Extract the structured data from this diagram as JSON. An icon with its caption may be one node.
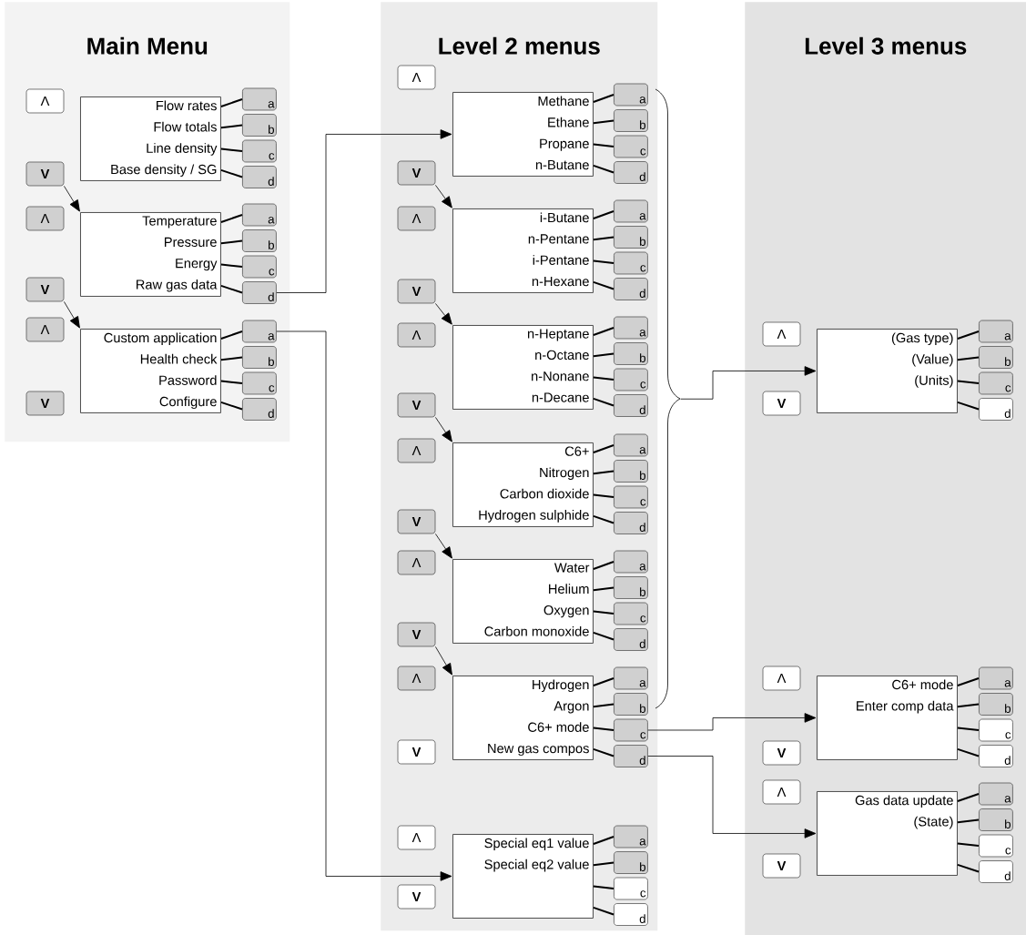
{
  "diagram": {
    "nodes": [
      {
        "text": [
          "Main Menu"
        ]
      },
      {
        "text": [
          "Λ"
        ],
        "in": 0
      },
      {
        "text": [
          "Flow rates",
          "Flow totals",
          "Line density",
          "Base density / SG"
        ],
        "in": 0
      },
      {
        "text": [
          "a"
        ],
        "in": 0
      },
      {
        "text": [
          "b"
        ],
        "in": 0
      },
      {
        "text": [
          "c"
        ],
        "in": 0
      },
      {
        "text": [
          "d"
        ],
        "in": 0
      },
      {
        "text": [
          "V"
        ],
        "in": 0
      },
      {
        "text": [
          "Λ"
        ],
        "in": 0
      },
      {
        "text": [
          "Temperature",
          "Pressure",
          "Energy",
          "Raw gas data"
        ],
        "in": 0
      },
      {
        "text": [
          "a"
        ],
        "in": 0
      },
      {
        "text": [
          "b"
        ],
        "in": 0
      },
      {
        "text": [
          "c"
        ],
        "in": 0
      },
      {
        "text": [
          "d"
        ],
        "in": 0
      },
      {
        "text": [
          "V"
        ],
        "in": 0
      },
      {
        "text": [
          "Λ"
        ],
        "in": 0
      },
      {
        "text": [
          "Custom application",
          "Health check",
          "Password",
          "Configure"
        ],
        "in": 0
      },
      {
        "text": [
          "a"
        ],
        "in": 0
      },
      {
        "text": [
          "b"
        ],
        "in": 0
      },
      {
        "text": [
          "c"
        ],
        "in": 0
      },
      {
        "text": [
          "d"
        ],
        "in": 0
      },
      {
        "text": [
          "V"
        ],
        "in": 0
      },
      {
        "text": [
          "Level 2 menus"
        ]
      },
      {
        "text": [
          "Λ"
        ],
        "in": 22
      },
      {
        "text": [
          "Methane",
          "Ethane",
          "Propane",
          "n-Butane"
        ],
        "in": 22
      },
      {
        "text": [
          "a"
        ],
        "in": 22
      },
      {
        "text": [
          "b"
        ],
        "in": 22
      },
      {
        "text": [
          "c"
        ],
        "in": 22
      },
      {
        "text": [
          "d"
        ],
        "in": 22
      },
      {
        "text": [
          "V"
        ],
        "in": 22
      },
      {
        "text": [
          "Λ"
        ],
        "in": 22
      },
      {
        "text": [
          "i-Butane",
          "n-Pentane",
          "i-Pentane",
          "n-Hexane"
        ],
        "in": 22
      },
      {
        "text": [
          "a"
        ],
        "in": 22
      },
      {
        "text": [
          "b"
        ],
        "in": 22
      },
      {
        "text": [
          "c"
        ],
        "in": 22
      },
      {
        "text": [
          "d"
        ],
        "in": 22
      },
      {
        "text": [
          "V"
        ],
        "in": 22
      },
      {
        "text": [
          "Λ"
        ],
        "in": 22
      },
      {
        "text": [
          "n-Heptane",
          "n-Octane",
          "n-Nonane",
          "n-Decane"
        ],
        "in": 22
      },
      {
        "text": [
          "a"
        ],
        "in": 22
      },
      {
        "text": [
          "b"
        ],
        "in": 22
      },
      {
        "text": [
          "c"
        ],
        "in": 22
      },
      {
        "text": [
          "d"
        ],
        "in": 22
      },
      {
        "text": [
          "V"
        ],
        "in": 22
      },
      {
        "text": [
          "Λ"
        ],
        "in": 22
      },
      {
        "text": [
          "C6+",
          "Nitrogen",
          "Carbon dioxide",
          "Hydrogen sulphide"
        ],
        "in": 22
      },
      {
        "text": [
          "a"
        ],
        "in": 22
      },
      {
        "text": [
          "b"
        ],
        "in": 22
      },
      {
        "text": [
          "c"
        ],
        "in": 22
      },
      {
        "text": [
          "d"
        ],
        "in": 22
      },
      {
        "text": [
          "V"
        ],
        "in": 22
      },
      {
        "text": [
          "Λ"
        ],
        "in": 22
      },
      {
        "text": [
          "Water",
          "Helium",
          "Oxygen",
          "Carbon monoxide"
        ],
        "in": 22
      },
      {
        "text": [
          "a"
        ],
        "in": 22
      },
      {
        "text": [
          "b"
        ],
        "in": 22
      },
      {
        "text": [
          "c"
        ],
        "in": 22
      },
      {
        "text": [
          "d"
        ],
        "in": 22
      },
      {
        "text": [
          "V"
        ],
        "in": 22
      },
      {
        "text": [
          "Λ"
        ],
        "in": 22
      },
      {
        "text": [
          "Hydrogen",
          "Argon",
          "C6+ mode",
          "New gas compos"
        ],
        "in": 22
      },
      {
        "text": [
          "a"
        ],
        "in": 22
      },
      {
        "text": [
          "b"
        ],
        "in": 22
      },
      {
        "text": [
          "c"
        ],
        "in": 22
      },
      {
        "text": [
          "d"
        ],
        "in": 22
      },
      {
        "text": [
          "V"
        ],
        "in": 22
      },
      {
        "text": [
          "Λ"
        ],
        "in": 22
      },
      {
        "text": [
          "Special eq1 value",
          "Special eq2 value"
        ],
        "in": 22
      },
      {
        "text": [
          "a"
        ],
        "in": 22
      },
      {
        "text": [
          "b"
        ],
        "in": 22
      },
      {
        "text": [
          "c"
        ],
        "in": 22
      },
      {
        "text": [
          "d"
        ],
        "in": 22
      },
      {
        "text": [
          "V"
        ],
        "in": 22
      },
      {
        "text": [
          "Level 3 menus"
        ]
      },
      {
        "text": [
          "Λ"
        ],
        "in": 72
      },
      {
        "text": [
          "(Gas type)",
          "(Value)",
          "(Units)"
        ],
        "in": 72
      },
      {
        "text": [
          "a"
        ],
        "in": 72
      },
      {
        "text": [
          "b"
        ],
        "in": 72
      },
      {
        "text": [
          "c"
        ],
        "in": 72
      },
      {
        "text": [
          "d"
        ],
        "in": 72
      },
      {
        "text": [
          "V"
        ],
        "in": 72
      },
      {
        "text": [
          "Λ"
        ],
        "in": 72
      },
      {
        "text": [
          "C6+ mode",
          "Enter comp data"
        ],
        "in": 72
      },
      {
        "text": [
          "a"
        ],
        "in": 72
      },
      {
        "text": [
          "b"
        ],
        "in": 72
      },
      {
        "text": [
          "c"
        ],
        "in": 72
      },
      {
        "text": [
          "d"
        ],
        "in": 72
      },
      {
        "text": [
          "V"
        ],
        "in": 72
      },
      {
        "text": [
          "Λ"
        ],
        "in": 72
      },
      {
        "text": [
          "Gas data update",
          "(State)"
        ],
        "in": 72
      },
      {
        "text": [
          "a"
        ],
        "in": 72
      },
      {
        "text": [
          "b"
        ],
        "in": 72
      },
      {
        "text": [
          "c"
        ],
        "in": 72
      },
      {
        "text": [
          "d"
        ],
        "in": 72
      },
      {
        "text": [
          "V"
        ],
        "in": 72
      },
      {
        "text": [],
        "shape": "brace"
      }
    ],
    "edges": [
      {
        "from": 2,
        "to": 3,
        "arrow": "none"
      },
      {
        "from": 2,
        "to": 4,
        "arrow": "none"
      },
      {
        "from": 2,
        "to": 5,
        "arrow": "none"
      },
      {
        "from": 2,
        "to": 6,
        "arrow": "none"
      },
      {
        "from": 9,
        "to": 10,
        "arrow": "none"
      },
      {
        "from": 9,
        "to": 11,
        "arrow": "none"
      },
      {
        "from": 9,
        "to": 12,
        "arrow": "none"
      },
      {
        "from": 9,
        "to": 13,
        "arrow": "none"
      },
      {
        "from": 16,
        "to": 17,
        "arrow": "none"
      },
      {
        "from": 16,
        "to": 18,
        "arrow": "none"
      },
      {
        "from": 16,
        "to": 19,
        "arrow": "none"
      },
      {
        "from": 16,
        "to": 20,
        "arrow": "none"
      },
      {
        "from": 24,
        "to": 25,
        "arrow": "none"
      },
      {
        "from": 24,
        "to": 26,
        "arrow": "none"
      },
      {
        "from": 24,
        "to": 27,
        "arrow": "none"
      },
      {
        "from": 24,
        "to": 28,
        "arrow": "none"
      },
      {
        "from": 31,
        "to": 32,
        "arrow": "none"
      },
      {
        "from": 31,
        "to": 33,
        "arrow": "none"
      },
      {
        "from": 31,
        "to": 34,
        "arrow": "none"
      },
      {
        "from": 31,
        "to": 35,
        "arrow": "none"
      },
      {
        "from": 38,
        "to": 39,
        "arrow": "none"
      },
      {
        "from": 38,
        "to": 40,
        "arrow": "none"
      },
      {
        "from": 38,
        "to": 41,
        "arrow": "none"
      },
      {
        "from": 38,
        "to": 42,
        "arrow": "none"
      },
      {
        "from": 45,
        "to": 46,
        "arrow": "none"
      },
      {
        "from": 45,
        "to": 47,
        "arrow": "none"
      },
      {
        "from": 45,
        "to": 48,
        "arrow": "none"
      },
      {
        "from": 45,
        "to": 49,
        "arrow": "none"
      },
      {
        "from": 52,
        "to": 53,
        "arrow": "none"
      },
      {
        "from": 52,
        "to": 54,
        "arrow": "none"
      },
      {
        "from": 52,
        "to": 55,
        "arrow": "none"
      },
      {
        "from": 52,
        "to": 56,
        "arrow": "none"
      },
      {
        "from": 59,
        "to": 60,
        "arrow": "none"
      },
      {
        "from": 59,
        "to": 61,
        "arrow": "none"
      },
      {
        "from": 59,
        "to": 62,
        "arrow": "none"
      },
      {
        "from": 59,
        "to": 63,
        "arrow": "none"
      },
      {
        "from": 66,
        "to": 67,
        "arrow": "none"
      },
      {
        "from": 66,
        "to": 68,
        "arrow": "none"
      },
      {
        "from": 66,
        "to": 69,
        "arrow": "none"
      },
      {
        "from": 66,
        "to": 70,
        "arrow": "none"
      },
      {
        "from": 74,
        "to": 75,
        "arrow": "none"
      },
      {
        "from": 74,
        "to": 76,
        "arrow": "none"
      },
      {
        "from": 74,
        "to": 77,
        "arrow": "none"
      },
      {
        "from": 74,
        "to": 78,
        "arrow": "none"
      },
      {
        "from": 81,
        "to": 82,
        "arrow": "none"
      },
      {
        "from": 81,
        "to": 83,
        "arrow": "none"
      },
      {
        "from": 81,
        "to": 84,
        "arrow": "none"
      },
      {
        "from": 81,
        "to": 85,
        "arrow": "none"
      },
      {
        "from": 88,
        "to": 89,
        "arrow": "none"
      },
      {
        "from": 88,
        "to": 90,
        "arrow": "none"
      },
      {
        "from": 88,
        "to": 91,
        "arrow": "none"
      },
      {
        "from": 88,
        "to": 92,
        "arrow": "none"
      },
      {
        "from": 7,
        "to": 9,
        "arrow": "to"
      },
      {
        "from": 14,
        "to": 16,
        "arrow": "to"
      },
      {
        "from": 13,
        "to": 24,
        "arrow": "to"
      },
      {
        "from": 17,
        "to": 66,
        "arrow": "to"
      },
      {
        "from": 29,
        "to": 31,
        "arrow": "to"
      },
      {
        "from": 36,
        "to": 38,
        "arrow": "to"
      },
      {
        "from": 43,
        "to": 45,
        "arrow": "to"
      },
      {
        "from": 50,
        "to": 52,
        "arrow": "to"
      },
      {
        "from": 57,
        "to": 59,
        "arrow": "to"
      },
      {
        "from": 94,
        "to": 74,
        "arrow": "to"
      },
      {
        "from": 62,
        "to": 81,
        "arrow": "to"
      },
      {
        "from": 63,
        "to": 88,
        "arrow": "to"
      }
    ]
  }
}
